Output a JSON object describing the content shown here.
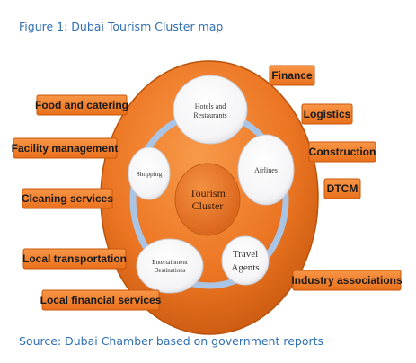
{
  "figure": {
    "title": "Figure 1: Dubai Tourism Cluster map",
    "source": "Source: Dubai Chamber based on government reports"
  },
  "cluster": {
    "center_line1": "Tourism",
    "center_line2": "Cluster",
    "nodes": [
      {
        "id": "hotels",
        "lines": [
          "Hotels and",
          "Restaurants"
        ]
      },
      {
        "id": "airlines",
        "lines": [
          "Airlines"
        ]
      },
      {
        "id": "travel-agents",
        "lines": [
          "Travel",
          "Agents"
        ]
      },
      {
        "id": "entertainment",
        "lines": [
          "Entertainment",
          "Destinations"
        ]
      },
      {
        "id": "shopping",
        "lines": [
          "Shopping"
        ]
      }
    ]
  },
  "left_tags": [
    "Food and catering",
    "Facility management",
    "Cleaning services",
    "Local transportation",
    "Local financial services"
  ],
  "right_tags": [
    "Finance",
    "Logistics",
    "Construction",
    "DTCM",
    "Industry associations"
  ],
  "colors": {
    "caption": "#2f6fb4",
    "tag_fill": "#f47a20",
    "tag_border": "#c9560a",
    "outer_ellipse": "#e8731c",
    "inner_ring": "#a9c4e4",
    "node_fill": "#ffffff"
  }
}
